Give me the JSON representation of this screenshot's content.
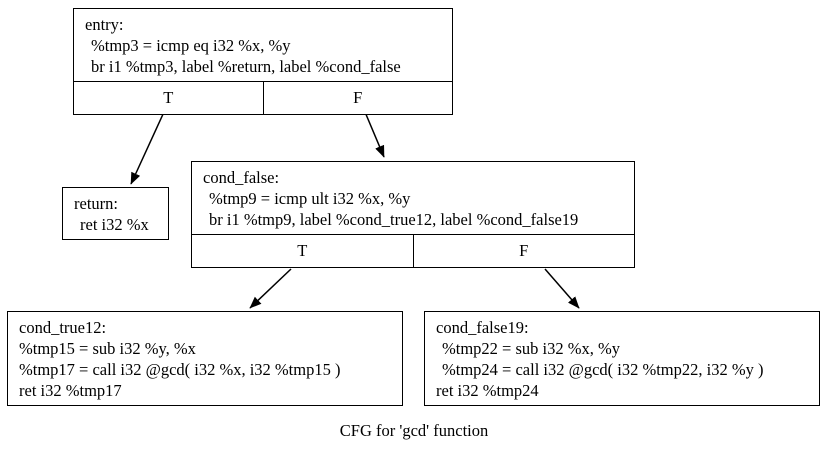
{
  "caption": "CFG for 'gcd' function",
  "graph": {
    "nodes": [
      {
        "id": "entry",
        "label": "entry:",
        "lines": [
          "%tmp3 = icmp eq i32 %x, %y",
          "br i1 %tmp3, label %return, label %cond_false"
        ],
        "ports": [
          "T",
          "F"
        ]
      },
      {
        "id": "return",
        "label": "return:",
        "lines": [
          "ret i32 %x"
        ],
        "ports": []
      },
      {
        "id": "cond_false",
        "label": "cond_false:",
        "lines": [
          "%tmp9 = icmp ult i32 %x, %y",
          "br i1 %tmp9, label %cond_true12, label %cond_false19"
        ],
        "ports": [
          "T",
          "F"
        ]
      },
      {
        "id": "cond_true12",
        "label": "cond_true12:",
        "lines": [
          "%tmp15 = sub i32 %y, %x",
          "%tmp17 = call i32 @gcd( i32 %x, i32 %tmp15 )",
          "ret i32 %tmp17"
        ],
        "ports": []
      },
      {
        "id": "cond_false19",
        "label": "cond_false19:",
        "lines": [
          "%tmp22 = sub i32 %x, %y",
          "%tmp24 = call i32 @gcd( i32 %tmp22, i32 %y )",
          "ret i32 %tmp24"
        ],
        "ports": []
      }
    ],
    "edges": [
      {
        "from": "entry",
        "from_port": "T",
        "to": "return"
      },
      {
        "from": "entry",
        "from_port": "F",
        "to": "cond_false"
      },
      {
        "from": "cond_false",
        "from_port": "T",
        "to": "cond_true12"
      },
      {
        "from": "cond_false",
        "from_port": "F",
        "to": "cond_false19"
      }
    ]
  },
  "colors": {
    "background": "#ffffff",
    "stroke": "#000000",
    "text": "#000000"
  }
}
